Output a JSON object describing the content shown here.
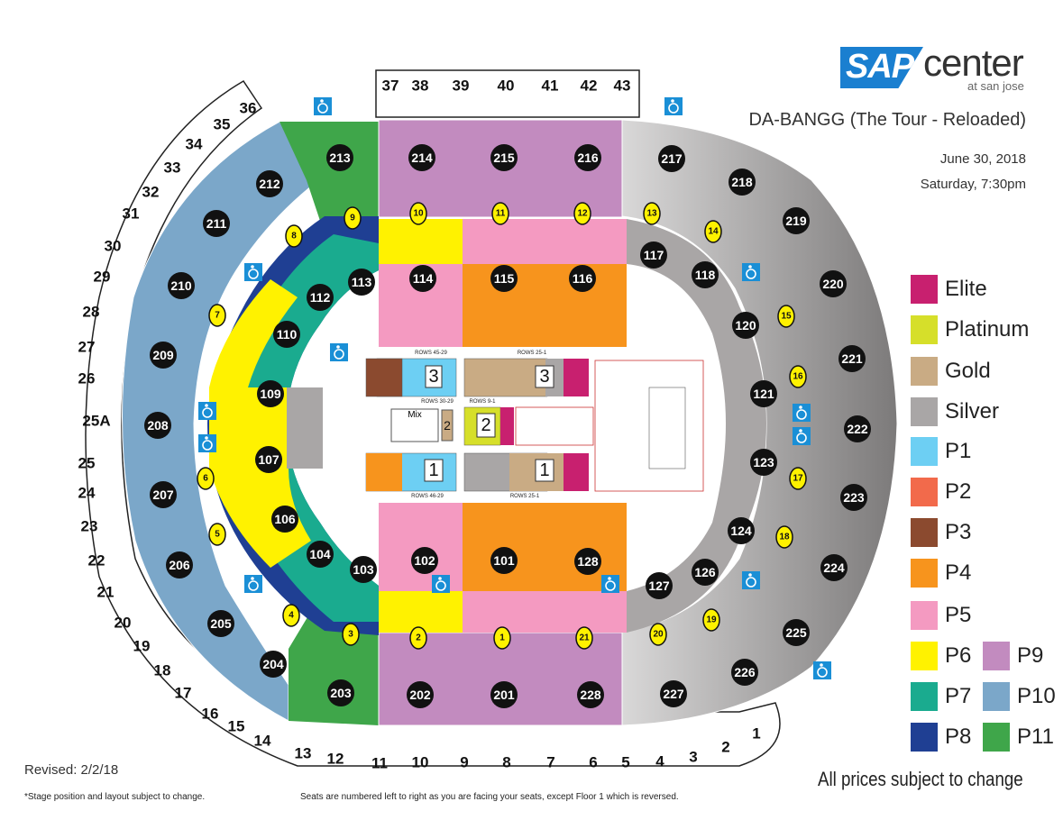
{
  "header": {
    "logo_sap": "SAP",
    "logo_center": "center",
    "logo_sub": "at san jose",
    "event_title": "DA-BANGG (The Tour - Reloaded)",
    "event_date": "June 30, 2018",
    "event_time": "Saturday, 7:30pm"
  },
  "colors": {
    "elite": "#c8206f",
    "platinum": "#d6df2a",
    "gold": "#c9ab84",
    "silver": "#a9a6a6",
    "p1": "#6dcff3",
    "p2": "#f26a4b",
    "p3": "#8b4a2f",
    "p4": "#f7941d",
    "p5": "#f49ac1",
    "p6": "#fff200",
    "p7": "#1aab8f",
    "p8": "#1f3f93",
    "p9": "#c28bbf",
    "p10": "#7ba7c9",
    "p11": "#3fa64a",
    "lower_silver": "#b0aeae",
    "upper_silver": "#8e8c8c",
    "wheelchair": "#1a8fd6"
  },
  "legend": [
    {
      "key": "elite",
      "label": "Elite"
    },
    {
      "key": "platinum",
      "label": "Platinum"
    },
    {
      "key": "gold",
      "label": "Gold"
    },
    {
      "key": "silver",
      "label": "Silver"
    },
    {
      "key": "p1",
      "label": "P1"
    },
    {
      "key": "p2",
      "label": "P2"
    },
    {
      "key": "p3",
      "label": "P3"
    },
    {
      "key": "p4",
      "label": "P4"
    },
    {
      "key": "p5",
      "label": "P5"
    },
    {
      "key": "p6",
      "label": "P6"
    },
    {
      "key": "p7",
      "label": "P7"
    },
    {
      "key": "p8",
      "label": "P8"
    },
    {
      "key": "p9",
      "label": "P9"
    },
    {
      "key": "p10",
      "label": "P10"
    },
    {
      "key": "p11",
      "label": "P11"
    }
  ],
  "sections": {
    "upper": [
      "201",
      "202",
      "203",
      "204",
      "205",
      "206",
      "207",
      "208",
      "209",
      "210",
      "211",
      "212",
      "213",
      "214",
      "215",
      "216",
      "217",
      "218",
      "219",
      "220",
      "221",
      "222",
      "223",
      "224",
      "225",
      "226",
      "227",
      "228"
    ],
    "lower": [
      "101",
      "102",
      "103",
      "104",
      "106",
      "107",
      "109",
      "110",
      "112",
      "113",
      "114",
      "115",
      "116",
      "117",
      "118",
      "120",
      "121",
      "123",
      "124",
      "126",
      "127",
      "128"
    ]
  },
  "suites": [
    "1",
    "2",
    "3",
    "4",
    "5",
    "6",
    "7",
    "8",
    "9",
    "10",
    "11",
    "12",
    "13",
    "14",
    "15",
    "16",
    "17",
    "18",
    "19",
    "20",
    "21",
    "22",
    "23",
    "24",
    "25",
    "25A",
    "26",
    "27",
    "28",
    "29",
    "30",
    "31",
    "32",
    "33",
    "34",
    "35",
    "36",
    "37",
    "38",
    "39",
    "40",
    "41",
    "42",
    "43"
  ],
  "gates": [
    "1",
    "2",
    "3",
    "4",
    "5",
    "6",
    "7",
    "8",
    "9",
    "10",
    "11",
    "12",
    "13",
    "14",
    "15",
    "16",
    "17",
    "18",
    "19",
    "20",
    "21"
  ],
  "floor": {
    "rows_45_29": "ROWS 45-29",
    "rows_25_1_top": "ROWS 25-1",
    "rows_30_29": "ROWS 30-29",
    "rows_9_1": "ROWS 9-1",
    "rows_46_29": "ROWS 46-29",
    "rows_25_1_bottom": "ROWS 25-1",
    "mix": "Mix",
    "floor_3": "3",
    "floor_2": "2",
    "floor_1": "1",
    "wheelchair_accessible": "WHEELCHAIR ACCESSIBLE"
  },
  "footer": {
    "revised": "Revised: 2/2/18",
    "note_stage": "*Stage position and layout subject to change.",
    "note_seats": "Seats are numbered left to right as you are facing your seats, except Floor 1 which is reversed.",
    "prices": "All prices subject to change"
  }
}
